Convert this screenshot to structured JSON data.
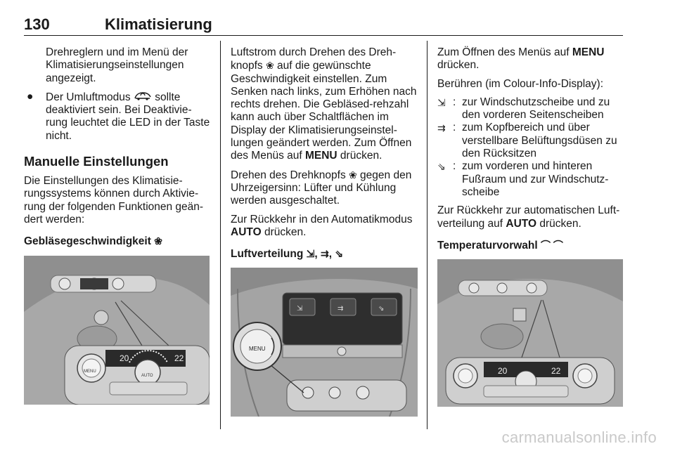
{
  "header": {
    "page_number": "130",
    "chapter": "Klimatisierung"
  },
  "col1": {
    "cont_text": "Drehreglern und im Menü der Klimatisierungseinstellungen angezeigt.",
    "bullet_marker": "●",
    "bullet_text_a": "Der Umluftmodus ",
    "bullet_text_b": " sollte deaktiviert sein. Bei Deaktivie-rung leuchtet die LED in der Taste nicht.",
    "recirc_icon": "recirculation-icon",
    "heading": "Manuelle Einstellungen",
    "paragraph": "Die Einstellungen des Klimatisie-rungssystems können durch Aktivie-rung der folgenden Funktionen geän-dert werden:",
    "subheading": "Gebläsegeschwindigkeit",
    "fan_icon": "fan-icon",
    "display_left_temp": "20",
    "display_right_temp": "22",
    "knob_label": "MENU",
    "auto_label": "AUTO"
  },
  "col2": {
    "p1_a": "Luftstrom durch Drehen des Dreh-knopfs ",
    "p1_b": " auf die gewünschte Geschwindigkeit einstellen. Zum Senken nach links, zum Erhöhen nach rechts drehen. Die Gebläsed-rehzahl kann auch über Schaltflächen im Display der Klimatisierungseinstel-lungen geändert werden. Zum Öffnen des Menüs auf ",
    "p1_kw": "MENU",
    "p1_c": " drücken.",
    "p2_a": "Drehen des Drehknopfs ",
    "p2_b": " gegen den Uhrzeigersinn: Lüfter und Kühlung werden ausgeschaltet.",
    "p3_a": "Zur Rückkehr in den Automatikmodus ",
    "p3_kw": "AUTO",
    "p3_b": " drücken.",
    "subheading": "Luftverteilung",
    "knob_label": "MENU"
  },
  "col3": {
    "p1_a": "Zum Öffnen des Menüs auf ",
    "p1_kw": "MENU",
    "p1_b": " drücken.",
    "p2": "Berühren (im Colour-Info-Display):",
    "definitions": [
      {
        "icon": "windscreen-airflow-icon",
        "sep": ":",
        "text": "zur Windschutzscheibe und zu den vorderen Seitenscheiben"
      },
      {
        "icon": "head-airflow-icon",
        "sep": ":",
        "text": "zum Kopfbereich und über verstellbare Belüftungsdüsen zu den Rücksitzen"
      },
      {
        "icon": "footwell-airflow-icon",
        "sep": ":",
        "text": "zum vorderen und hinteren Fußraum und zur Windschutz-scheibe"
      }
    ],
    "p3_a": "Zur Rückkehr zur automatischen Luft-verteilung auf ",
    "p3_kw": "AUTO",
    "p3_b": " drücken.",
    "subheading": "Temperaturvorwahl",
    "display_left_temp": "20",
    "display_right_temp": "22"
  },
  "watermark": "carmanualsonline.info"
}
